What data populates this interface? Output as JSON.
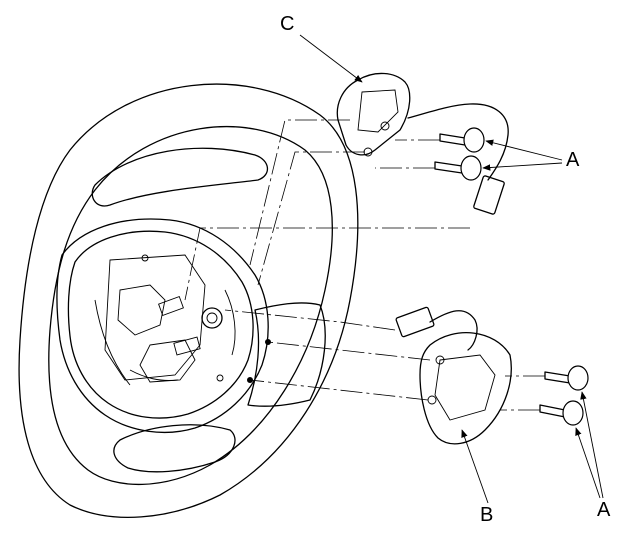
{
  "callouts": {
    "c": "C",
    "a_upper": "A",
    "b": "B",
    "a_lower": "A"
  },
  "colors": {
    "ink": "#000000",
    "paper": "#ffffff"
  }
}
